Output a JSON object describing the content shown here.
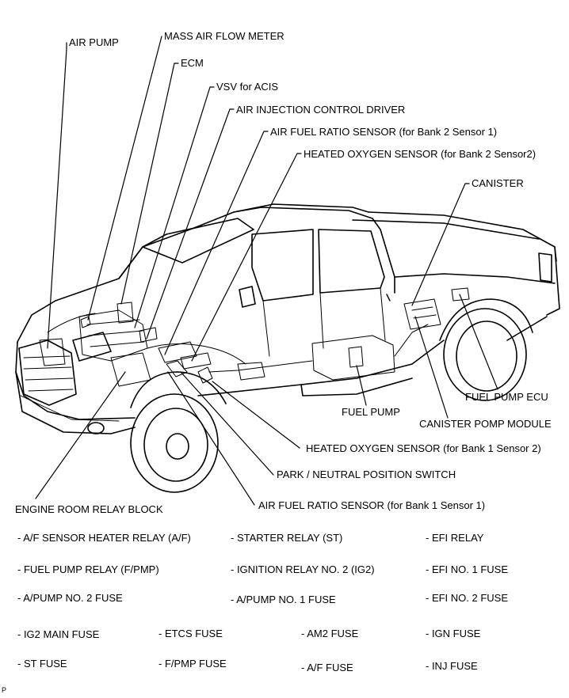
{
  "labels": {
    "air_pump": "AIR PUMP",
    "mass_air_flow_meter": "MASS AIR FLOW METER",
    "ecm": "ECM",
    "vsv_acis": "VSV for ACIS",
    "air_injection_control_driver": "AIR INJECTION CONTROL DRIVER",
    "af_sensor_b2s1": "AIR FUEL RATIO SENSOR (for Bank 2 Sensor 1)",
    "ho2_b2s2": "HEATED OXYGEN SENSOR (for Bank 2 Sensor2)",
    "canister": "CANISTER",
    "fuel_pump_ecu": "FUEL PUMP ECU",
    "fuel_pump": "FUEL PUMP",
    "canister_pump_module": "CANISTER POMP MODULE",
    "ho2_b1s2": "HEATED OXYGEN SENSOR (for Bank 1 Sensor 2)",
    "park_neutral_switch": "PARK / NEUTRAL POSITION SWITCH",
    "af_sensor_b1s1": "AIR FUEL RATIO SENSOR (for Bank 1 Sensor 1)",
    "engine_room_relay_block": "ENGINE ROOM RELAY BLOCK"
  },
  "relay_block_items": [
    "- A/F SENSOR HEATER RELAY (A/F)",
    "- STARTER RELAY (ST)",
    "- EFI RELAY",
    "- FUEL PUMP RELAY (F/PMP)",
    "- IGNITION RELAY NO. 2 (IG2)",
    "- EFI NO. 1 FUSE",
    "- A/PUMP NO. 2 FUSE",
    "- A/PUMP NO. 1 FUSE",
    "- EFI NO. 2 FUSE",
    "- IG2 MAIN FUSE",
    "- ETCS FUSE",
    "- AM2 FUSE",
    "- IGN FUSE",
    "- ST FUSE",
    "- F/PMP FUSE",
    "- A/F FUSE",
    "- INJ FUSE"
  ],
  "figure_code": "P"
}
